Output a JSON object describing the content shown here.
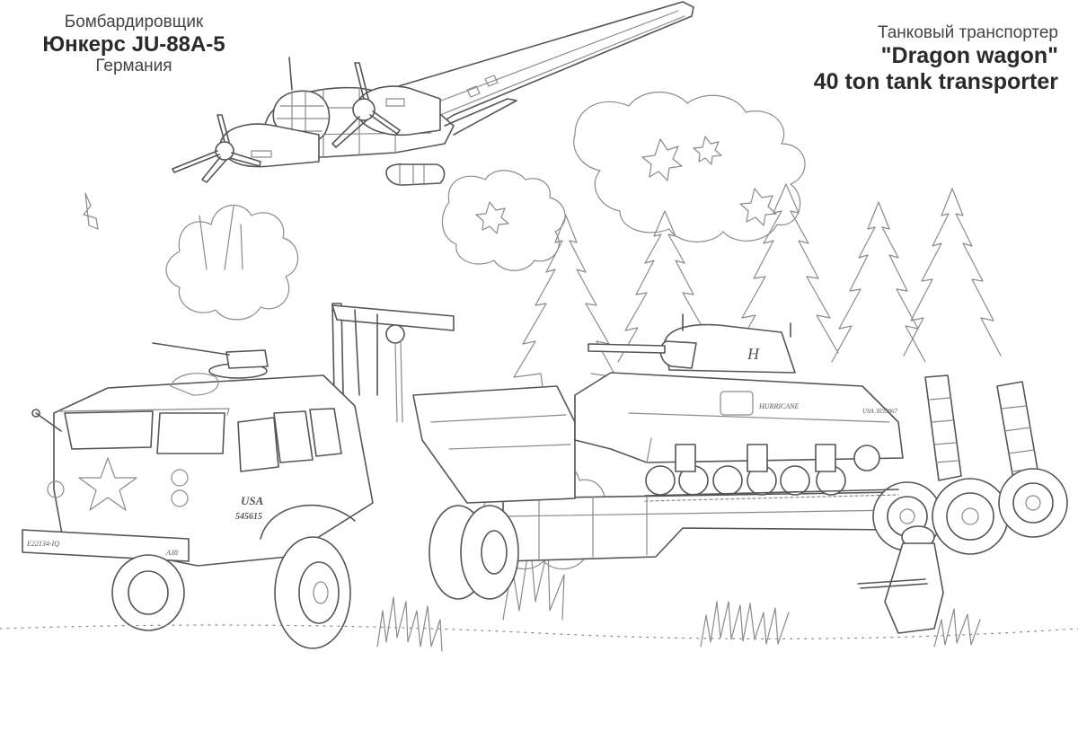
{
  "captions": {
    "left": {
      "category": "Бомбардировщик",
      "name": "Юнкерс JU-88A-5",
      "country": "Германия"
    },
    "right": {
      "category": "Танковый транспортер",
      "name": "\"Dragon wagon\"",
      "description": "40 ton tank transporter"
    }
  },
  "vehicle_markings": {
    "truck_side": "USA",
    "truck_serial": "545615",
    "truck_bumper_left": "E22134-IQ",
    "truck_bumper_right": "A38",
    "tank_name": "HURRICANE",
    "tank_serial": "USA 3033867",
    "tank_turret": "H"
  },
  "scene": {
    "aircraft": "ju-88-bomber",
    "truck": "dragon-wagon-tractor",
    "trailer": "tank-transporter-trailer",
    "tank": "sherman-tank",
    "soldier": "kneeling-soldier",
    "background": [
      "clouds",
      "pine-trees",
      "explosions",
      "grass"
    ]
  },
  "colors": {
    "background": "#ffffff",
    "line": "#555555",
    "text": "#2a2a2a"
  }
}
